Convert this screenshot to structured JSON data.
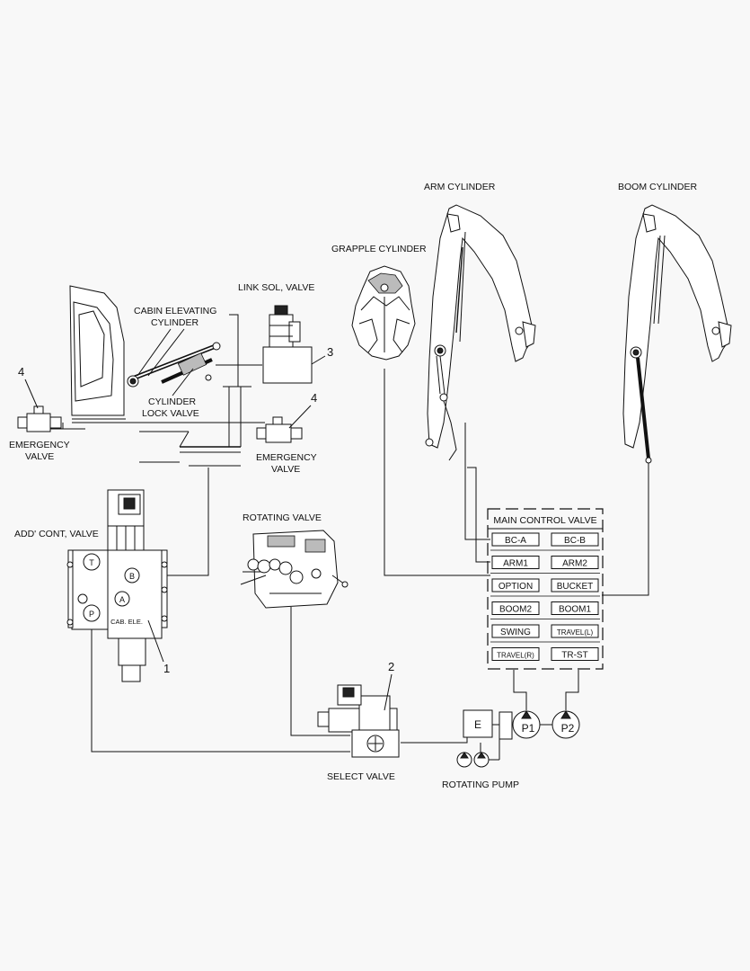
{
  "labels": {
    "arm_cylinder": "ARM CYLINDER",
    "boom_cylinder": "BOOM CYLINDER",
    "grapple_cylinder": "GRAPPLE CYLINDER",
    "link_sol_valve": "LINK SOL, VALVE",
    "cabin_elevating_1": "CABIN ELEVATING",
    "cabin_elevating_2": "CYLINDER",
    "cylinder_lock_1": "CYLINDER",
    "cylinder_lock_2": "LOCK VALVE",
    "emergency_left_1": "EMERGENCY",
    "emergency_left_2": "VALVE",
    "emergency_right_1": "EMERGENCY",
    "emergency_right_2": "VALVE",
    "add_cont_valve": "ADD' CONT, VALVE",
    "rotating_valve": "ROTATING VALVE",
    "select_valve": "SELECT VALVE",
    "rotating_pump": "ROTATING PUMP",
    "main_control_valve": "MAIN CONTROL VALVE"
  },
  "callouts": {
    "n1": "1",
    "n2": "2",
    "n3": "3",
    "n4_left": "4",
    "n4_right": "4"
  },
  "main_control_valve": {
    "rows": [
      [
        "BC-A",
        "BC-B"
      ],
      [
        "ARM1",
        "ARM2"
      ],
      [
        "OPTION",
        "BUCKET"
      ],
      [
        "BOOM2",
        "BOOM1"
      ],
      [
        "SWING",
        "TRAVEL(L)"
      ],
      [
        "TRAVEL(R)",
        "TR-ST"
      ]
    ]
  },
  "pumps": {
    "engine": "E",
    "p1": "P1",
    "p2": "P2"
  },
  "add_cont_ports": {
    "t": "T",
    "b": "B",
    "a": "A",
    "p": "P",
    "plate": "CAB. ELE."
  }
}
